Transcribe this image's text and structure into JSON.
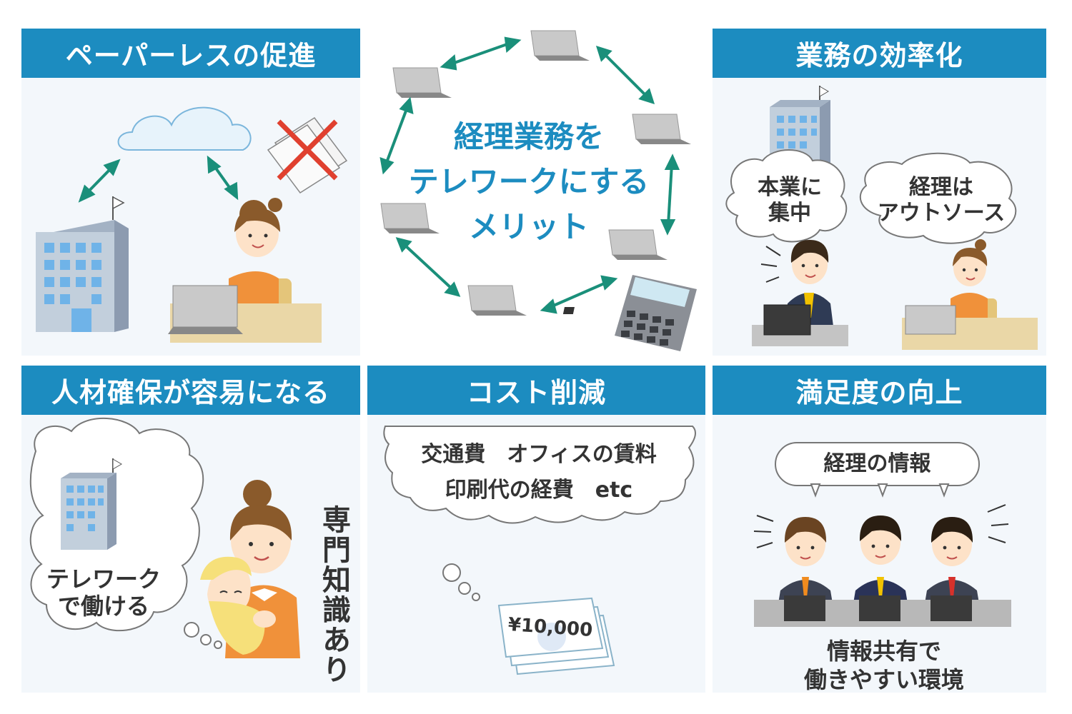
{
  "center": {
    "title_lines": [
      "経理業務を",
      "テレワークにする",
      "メリット"
    ]
  },
  "panels": {
    "paperless": {
      "title": "ペーパーレスの促進"
    },
    "efficiency": {
      "title": "業務の効率化",
      "bubble_left": [
        "本業に",
        "集中"
      ],
      "bubble_right": [
        "経理は",
        "アウトソース"
      ]
    },
    "talent": {
      "title": "人材確保が容易になる",
      "bubble": [
        "テレワーク",
        "で働ける"
      ],
      "vertical_label": "専門知識あり"
    },
    "cost": {
      "title": "コスト削減",
      "bubble_lines": [
        "交通費　オフィスの賃料",
        "印刷代の経費　etc"
      ],
      "bill_amount": "¥10,000"
    },
    "satisfaction": {
      "title": "満足度の向上",
      "bubble": "経理の情報",
      "caption_lines": [
        "情報共有で",
        "働きやすい環境"
      ]
    }
  },
  "colors": {
    "header_blue": "#1c8cc0",
    "panel_bg": "#f3f7fb",
    "arrow_teal": "#1a8f7a",
    "cross_red": "#e0402f",
    "skin": "#fde2c8",
    "hair": "#8a5a2b",
    "shirt_orange": "#f0913a"
  }
}
